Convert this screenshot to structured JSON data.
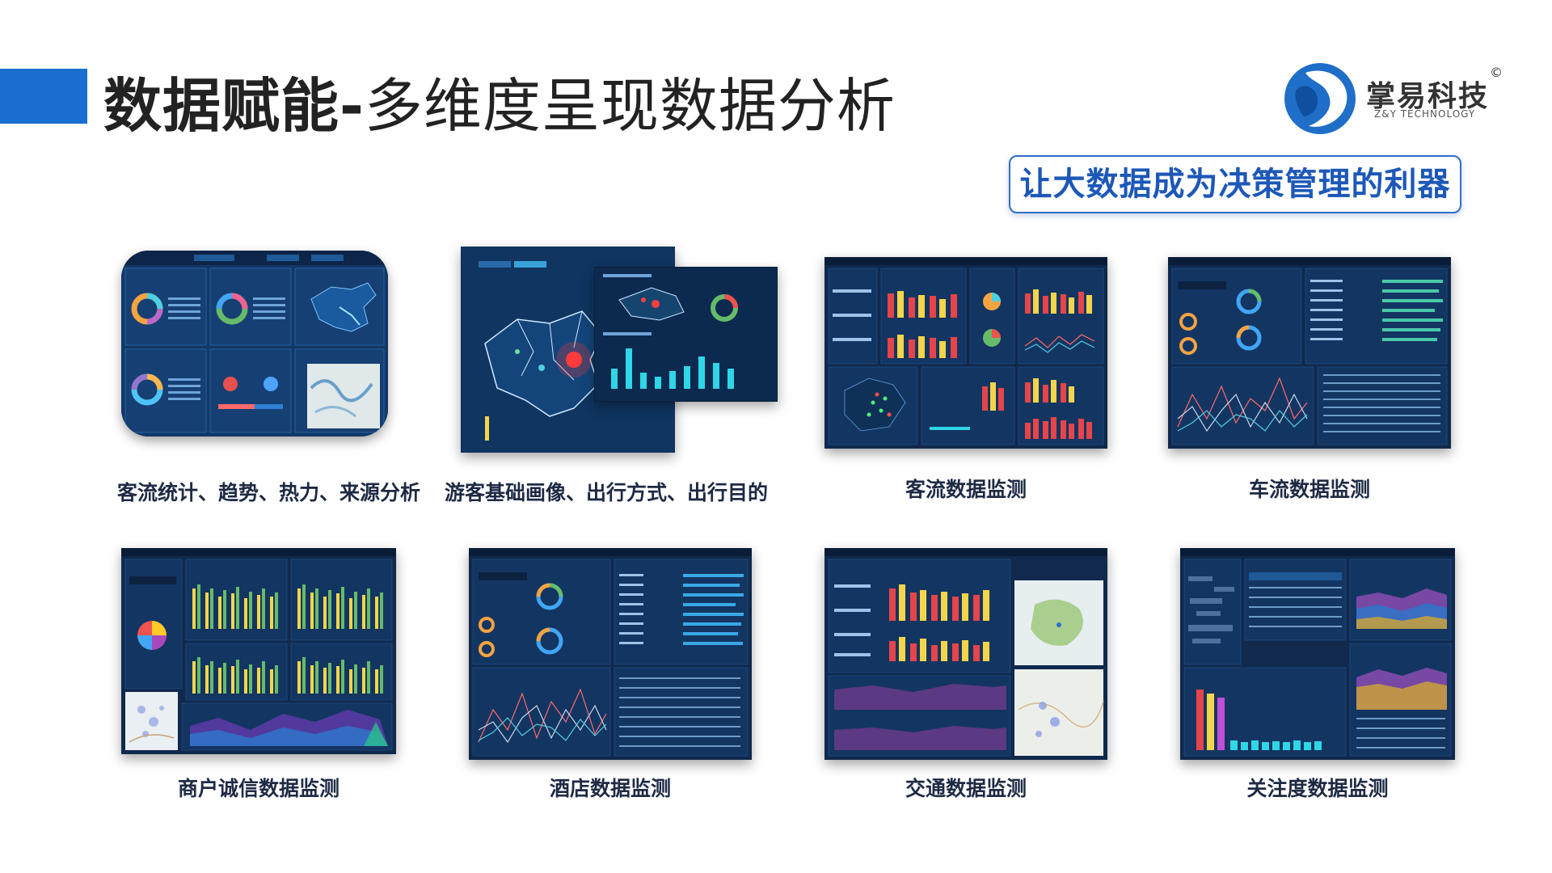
{
  "header": {
    "title_strong": "数据赋能-",
    "title_rest": "多维度呈现数据分析"
  },
  "logo": {
    "name": "掌易科技",
    "copyright": "©",
    "subtitle": "Z&Y TECHNOLOGY"
  },
  "slogan": "让大数据成为决策管理的利器",
  "cards": [
    {
      "caption": "客流统计、趋势、热力、来源分析"
    },
    {
      "caption": "游客基础画像、出行方式、出行目的"
    },
    {
      "caption": "客流数据监测"
    },
    {
      "caption": "车流数据监测"
    },
    {
      "caption": "商户诚信数据监测"
    },
    {
      "caption": "酒店数据监测"
    },
    {
      "caption": "交通数据监测"
    },
    {
      "caption": "关注度数据监测"
    }
  ],
  "colors": {
    "accent": "#1a6fd0",
    "slogan_text": "#1d58b8",
    "dashboard_bg": "#10294d",
    "bar_red": "#e5454a",
    "bar_yellow": "#f4d54a",
    "bar_cyan": "#2fd6e6"
  }
}
